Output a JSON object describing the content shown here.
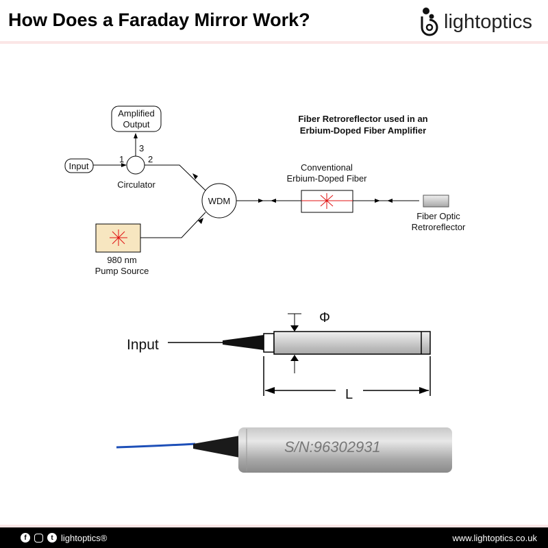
{
  "header": {
    "title": "How Does a Faraday Mirror Work?",
    "logo": "lightoptics"
  },
  "diagram": {
    "title_line1": "Fiber Retroreflector used in an",
    "title_line2": "Erbium-Doped Fiber Amplifier",
    "amplified_line1": "Amplified",
    "amplified_line2": "Output",
    "input": "Input",
    "port1": "1",
    "port2": "2",
    "port3": "3",
    "circulator": "Circulator",
    "wdm": "WDM",
    "pump_line1": "980 nm",
    "pump_line2": "Pump Source",
    "fiber_line1": "Conventional",
    "fiber_line2": "Erbium-Doped Fiber",
    "retro_line1": "Fiber Optic",
    "retro_line2": "Retroreflector"
  },
  "drawing": {
    "input": "Input",
    "diameter": "Φ",
    "length": "L"
  },
  "photo": {
    "serial": "S/N:96302931"
  },
  "footer": {
    "brand": "lightoptics®",
    "url": "www.lightoptics.co.uk"
  }
}
